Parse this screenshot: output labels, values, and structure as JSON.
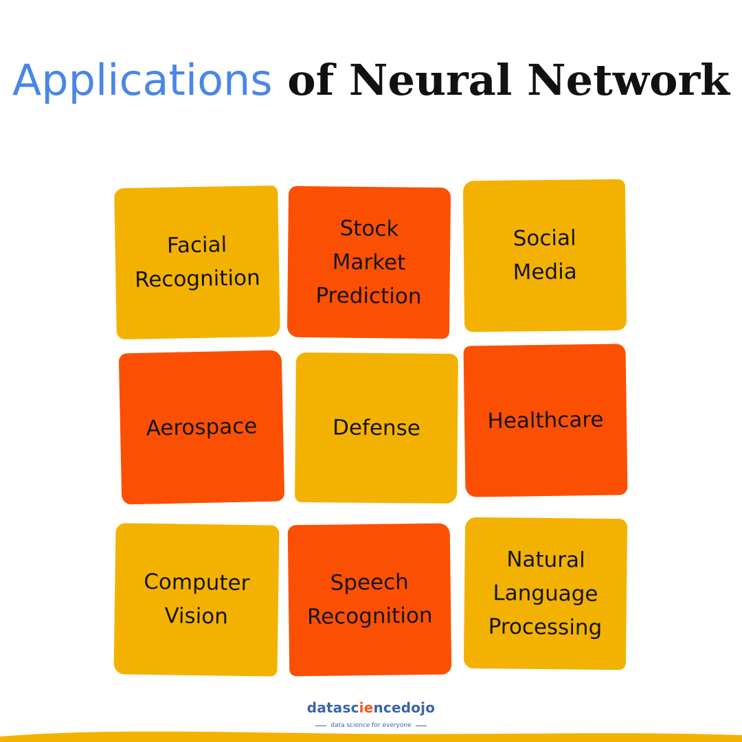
{
  "title": {
    "accent": "Applications",
    "rest": " of Neural Network"
  },
  "colors": {
    "accent": "#4a86e8",
    "yellow": "#f3b202",
    "orange": "#fb5004",
    "wave": "#f3b202"
  },
  "tiles": [
    {
      "label": "Facial\nRecognition",
      "color": "yellow"
    },
    {
      "label": "Stock\nMarket\nPrediction",
      "color": "orange"
    },
    {
      "label": "Social\nMedia",
      "color": "yellow"
    },
    {
      "label": "Aerospace",
      "color": "orange"
    },
    {
      "label": "Defense",
      "color": "yellow"
    },
    {
      "label": "Healthcare",
      "color": "orange"
    },
    {
      "label": "Computer\nVision",
      "color": "yellow"
    },
    {
      "label": "Speech\nRecognition",
      "color": "orange"
    },
    {
      "label": "Natural\nLanguage\nProcessing",
      "color": "yellow"
    }
  ],
  "logo": {
    "word_start": "datasc",
    "word_mid": "ie",
    "word_end": "ncedojo",
    "tagline": "data science for everyone"
  }
}
